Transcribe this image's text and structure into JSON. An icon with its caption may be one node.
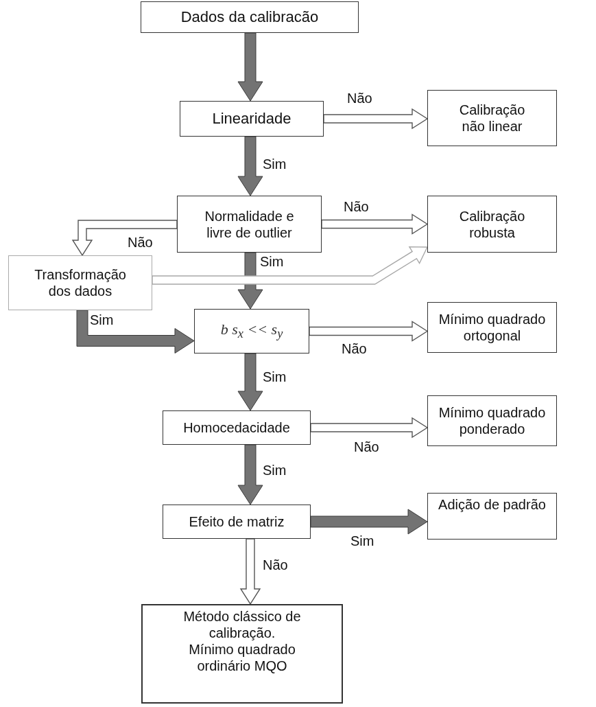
{
  "diagram": {
    "nodes": [
      {
        "text": [
          "Dados da calibracão"
        ]
      },
      {
        "text": [
          "Linearidade"
        ]
      },
      {
        "text": [
          "Calibração não linear"
        ]
      },
      {
        "text": [
          "Normalidade e livre de outlier"
        ]
      },
      {
        "text": [
          "Calibração robusta"
        ]
      },
      {
        "text": [
          "Transformação dos dados"
        ]
      },
      {
        "text": [
          "*b s$_{x}$ << s$_{y}$*"
        ]
      },
      {
        "text": [
          "Mínimo quadrado ortogonal"
        ]
      },
      {
        "text": [
          "Homocedacidade"
        ]
      },
      {
        "text": [
          "Mínimo quadrado ponderado"
        ]
      },
      {
        "text": [
          "Efeito de matriz"
        ]
      },
      {
        "text": [
          "Adição de padrão"
        ]
      },
      {
        "text": [
          "Método clássico de calibração.",
          "Mínimo quadrado ordinário  MQO"
        ]
      }
    ],
    "edges": [
      {
        "from": 0,
        "to": 1,
        "arrow": "to",
        "style": "thick"
      },
      {
        "from": 1,
        "to": 2,
        "arrow": "to",
        "label": "Não"
      },
      {
        "from": 1,
        "to": 3,
        "arrow": "to",
        "label": "Sim",
        "style": "thick"
      },
      {
        "from": 3,
        "to": 4,
        "arrow": "to",
        "label": "Não"
      },
      {
        "from": 3,
        "to": 5,
        "arrow": "to",
        "label": "Não"
      },
      {
        "from": 3,
        "to": 6,
        "arrow": "to",
        "label": "Sim",
        "style": "thick"
      },
      {
        "from": 5,
        "to": 4,
        "arrow": "to",
        "color": "#a8a8a8"
      },
      {
        "from": 5,
        "to": 6,
        "arrow": "to",
        "label": "Sim",
        "style": "thick"
      },
      {
        "from": 6,
        "to": 7,
        "arrow": "to",
        "label": "Não"
      },
      {
        "from": 6,
        "to": 8,
        "arrow": "to",
        "label": "Sim",
        "style": "thick"
      },
      {
        "from": 8,
        "to": 9,
        "arrow": "to",
        "label": "Não"
      },
      {
        "from": 8,
        "to": 10,
        "arrow": "to",
        "label": "Sim",
        "style": "thick"
      },
      {
        "from": 10,
        "to": 11,
        "arrow": "to",
        "label": "Sim",
        "style": "thick"
      },
      {
        "from": 10,
        "to": 12,
        "arrow": "to",
        "label": "Não"
      }
    ]
  }
}
